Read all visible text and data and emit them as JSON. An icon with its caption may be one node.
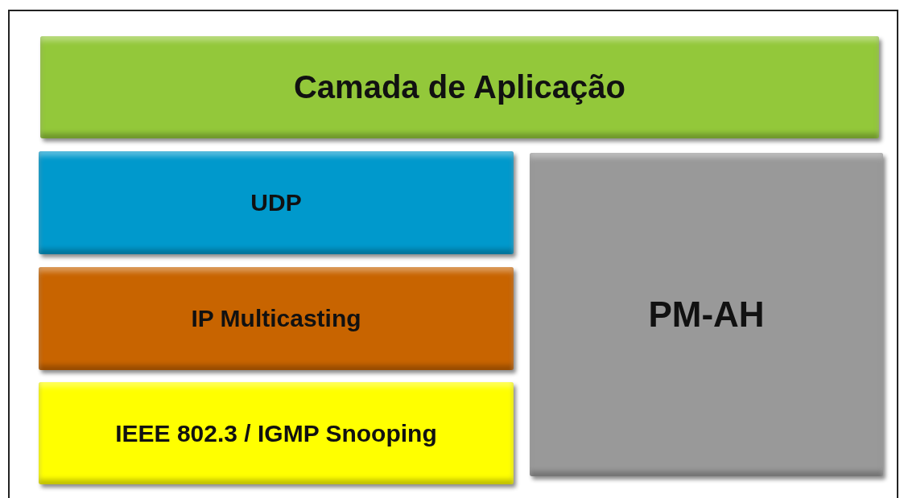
{
  "diagram": {
    "nodes": [
      {
        "text": [
          "Camada de Aplicação"
        ]
      },
      {
        "text": [
          "UDP"
        ]
      },
      {
        "text": [
          "IP Multicasting"
        ]
      },
      {
        "text": [
          "IEEE 802.3 / IGMP Snooping"
        ]
      },
      {
        "text": [
          "PM-AH"
        ]
      }
    ]
  }
}
